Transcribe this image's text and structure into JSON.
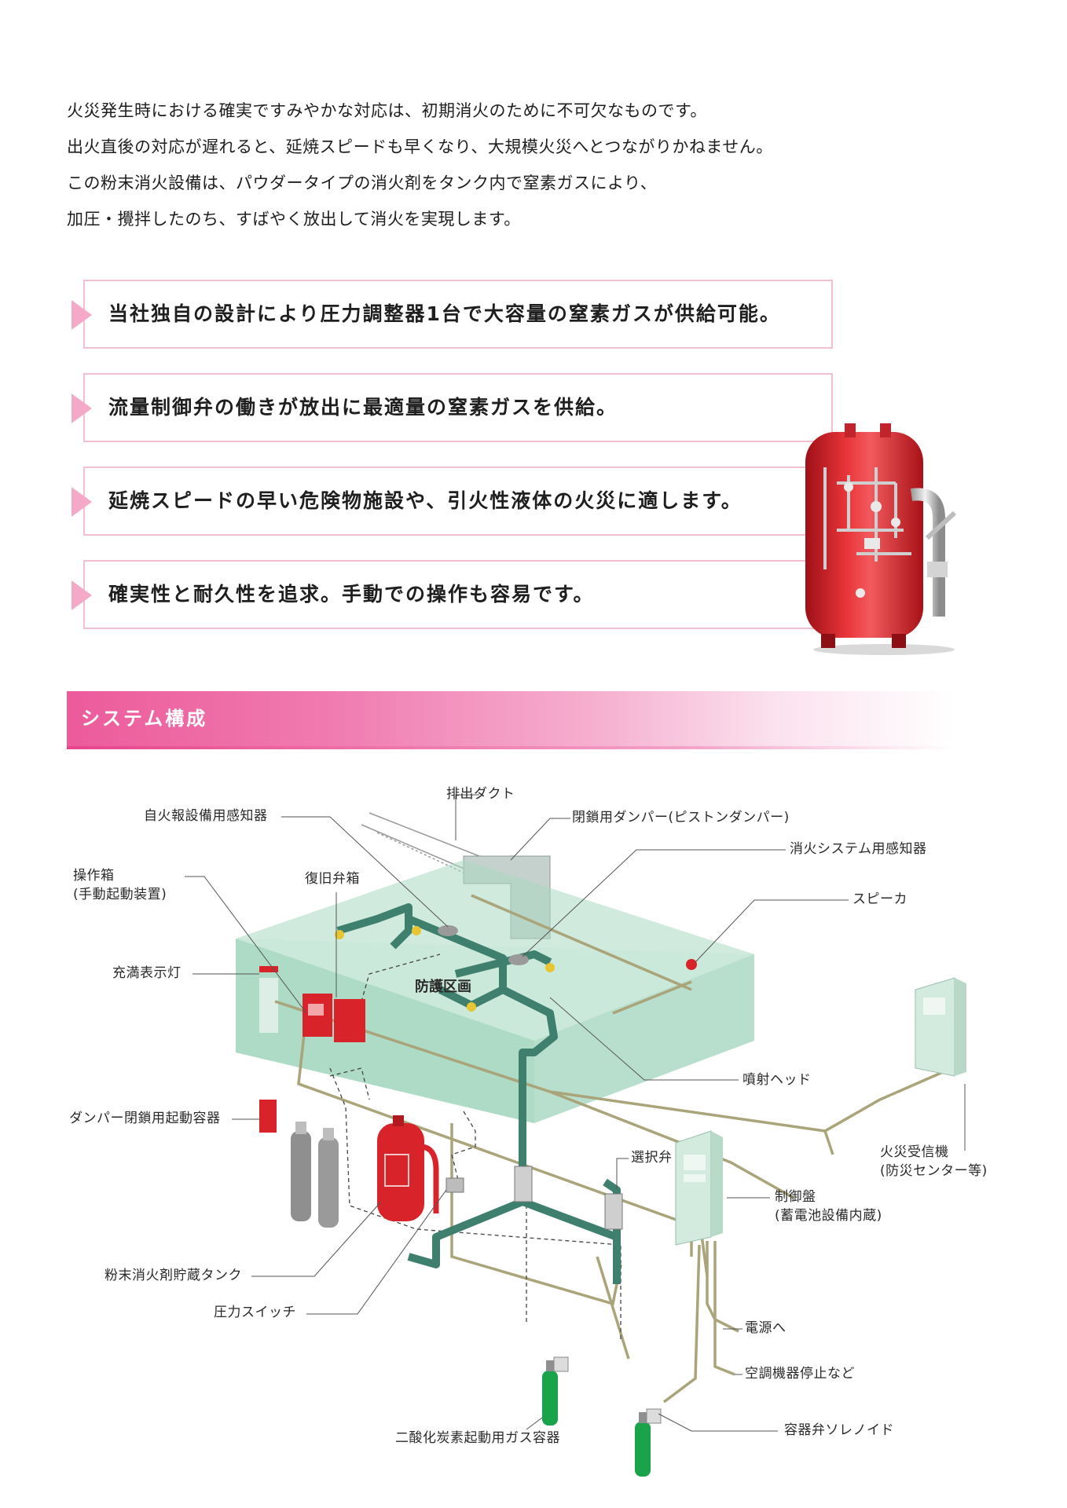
{
  "intro": [
    "火災発生時における確実ですみやかな対応は、初期消火のために不可欠なものです。",
    "出火直後の対応が遅れると、延焼スピードも早くなり、大規模火災へとつながりかねません。",
    "この粉末消火設備は、パウダータイプの消火剤をタンク内で窒素ガスにより、",
    "加圧・攪拌したのち、すばやく放出して消火を実現します。"
  ],
  "features": [
    "当社独自の設計により圧力調整器1台で大容量の窒素ガスが供給可能。",
    "流量制御弁の働きが放出に最適量の窒素ガスを供給。",
    "延焼スピードの早い危険物施設や、引火性液体の火災に適します。",
    "確実性と耐久性を追求。手動での操作も容易です。"
  ],
  "section": {
    "title": "システム構成"
  },
  "diagram": {
    "zone": "防護区画",
    "labels": {
      "exhaust_duct": "排出ダクト",
      "fire_alarm_detector": "自火報設備用感知器",
      "closing_damper": "閉鎖用ダンパー(ピストンダンパー)",
      "system_detector": "消火システム用感知器",
      "operation_box_1": "操作箱",
      "operation_box_2": "(手動起動装置)",
      "recovery_valve_box": "復旧弁箱",
      "speaker": "スピーカ",
      "full_indicator": "充満表示灯",
      "nozzle": "噴射ヘッド",
      "damper_container": "ダンパー閉鎖用起動容器",
      "selector_valve": "選択弁",
      "fire_receiver_1": "火災受信機",
      "fire_receiver_2": "(防災センター等)",
      "control_panel_1": "制御盤",
      "control_panel_2": "(蓄電池設備内蔵)",
      "powder_tank": "粉末消火剤貯蔵タンク",
      "pressure_switch": "圧力スイッチ",
      "power": "電源へ",
      "hvac_stop": "空調機器停止など",
      "co2_container": "二酸化炭素起動用ガス容器",
      "solenoid": "容器弁ソレノイド"
    }
  },
  "colors": {
    "pink_accent": "#ec5b9b",
    "pink_border": "#f2bfd3",
    "tank_red": "#d8232a",
    "pipe_green": "#3f7f6e",
    "zone_green": "#a9d9c2",
    "wire_olive": "#a9a47a",
    "co2_green": "#1aa34a"
  }
}
